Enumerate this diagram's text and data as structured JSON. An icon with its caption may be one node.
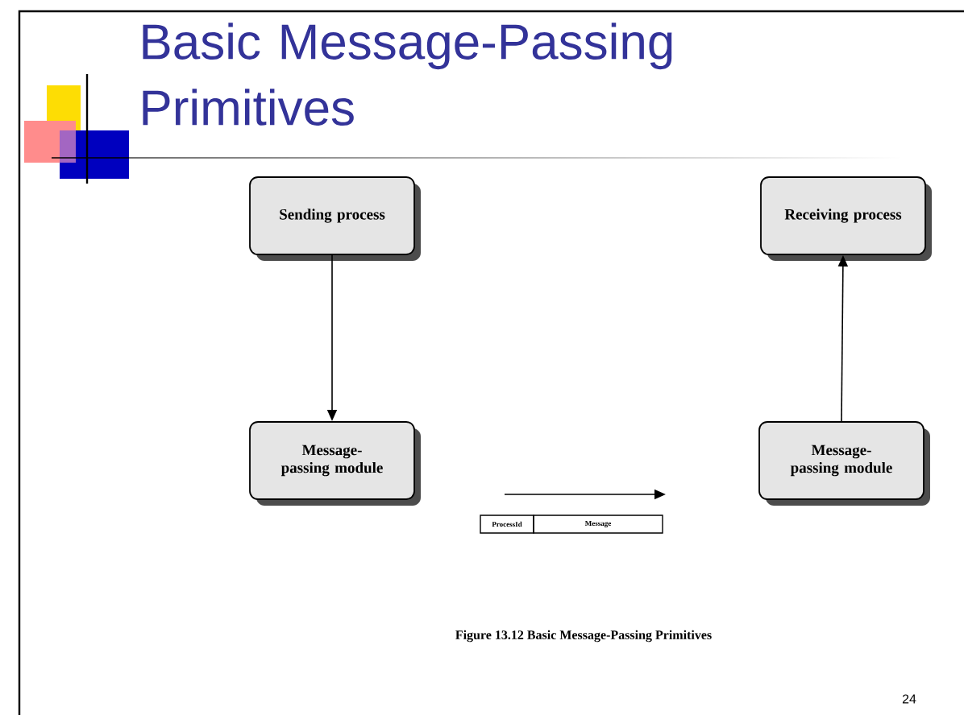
{
  "diagram": {
    "title": "Basic Message-Passing Primitives",
    "caption": "Figure 13.12  Basic Message-Passing Primitives",
    "nodes": [
      {
        "text": [
          "Sending process"
        ]
      },
      {
        "text": [
          "Receiving process"
        ]
      },
      {
        "text": [
          "Message-passing module"
        ]
      },
      {
        "text": [
          "Message-passing module"
        ]
      }
    ],
    "edges": [
      {
        "from": 0,
        "to": 2,
        "arrow": "to"
      },
      {
        "from": 3,
        "to": 1,
        "arrow": "to"
      }
    ],
    "labels": [
      "ProcessId",
      "Message",
      "24"
    ]
  }
}
